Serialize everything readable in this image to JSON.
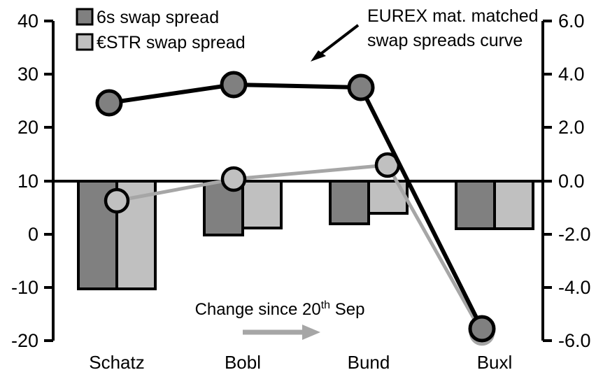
{
  "chart_data": {
    "type": "bar",
    "title": "",
    "xlabel": "",
    "categories": [
      "Schatz",
      "Bobl",
      "Bund",
      "Buxl"
    ],
    "grid": false,
    "legend_position": "top-left",
    "left_axis": {
      "label": "",
      "ylim": [
        -20,
        40
      ],
      "ticks": [
        -20,
        -10,
        0,
        10,
        20,
        30,
        40
      ],
      "tick_labels": [
        "-20",
        "-10",
        "0",
        "10",
        "20",
        "30",
        "40"
      ],
      "baseline_value": 10
    },
    "right_axis": {
      "label": "",
      "ylim": [
        -6.0,
        6.0
      ],
      "ticks": [
        -6.0,
        -4.0,
        -2.0,
        0.0,
        2.0,
        4.0,
        6.0
      ],
      "tick_labels": [
        "-6.0",
        "-4.0",
        "-2.0",
        "0.0",
        "2.0",
        "4.0",
        "6.0"
      ],
      "baseline_value": 0.0
    },
    "series": [
      {
        "name": "6s swap spread",
        "kind": "bar",
        "axis": "right",
        "color": "#808080",
        "edge_color": "#000000",
        "values": [
          -4.05,
          -1.95,
          -1.55,
          -1.1
        ]
      },
      {
        "name": "€STR swap spread",
        "kind": "bar",
        "axis": "right",
        "color": "#c0c0c0",
        "edge_color": "#000000",
        "values": [
          -4.05,
          -1.3,
          -0.8,
          -1.1
        ]
      },
      {
        "name": "EUREX mat. matched swap spreads curve",
        "kind": "line",
        "axis": "left",
        "color": "#000000",
        "marker_fill": "#808080",
        "values": [
          24.6,
          27.9,
          27.4,
          -17.9
        ]
      },
      {
        "name": "Change since 20th Sep",
        "kind": "line",
        "axis": "left",
        "color": "#a6a6a6",
        "marker_fill": "#c0c0c0",
        "values": [
          6.2,
          10.6,
          12.8,
          -18.4
        ]
      }
    ],
    "annotations": [
      {
        "id": "curve-callout",
        "line1": "EUREX mat. matched",
        "line2": "swap spreads curve",
        "arrow": "down-left"
      },
      {
        "id": "change-note",
        "text_main": "Change since 20",
        "text_sup": "th",
        "text_tail": " Sep",
        "arrow": "right",
        "arrow_color": "#a6a6a6"
      }
    ]
  },
  "legend": {
    "items": [
      {
        "label": "6s swap spread",
        "swatch": "#808080"
      },
      {
        "label": "€STR swap spread",
        "swatch": "#c0c0c0"
      }
    ]
  },
  "axes": {
    "left_tick_0": "40",
    "left_tick_1": "30",
    "left_tick_2": "20",
    "left_tick_3": "10",
    "left_tick_4": "0",
    "left_tick_5": "-10",
    "left_tick_6": "-20",
    "right_tick_0": "6.0",
    "right_tick_1": "4.0",
    "right_tick_2": "2.0",
    "right_tick_3": "0.0",
    "right_tick_4": "-2.0",
    "right_tick_5": "-4.0",
    "right_tick_6": "-6.0"
  },
  "categories": {
    "c0": "Schatz",
    "c1": "Bobl",
    "c2": "Bund",
    "c3": "Buxl"
  },
  "annotation": {
    "callout_line1": "EUREX mat. matched",
    "callout_line2": "swap spreads curve",
    "note_main": "Change since 20",
    "note_sup": "th",
    "note_tail": "Sep"
  }
}
